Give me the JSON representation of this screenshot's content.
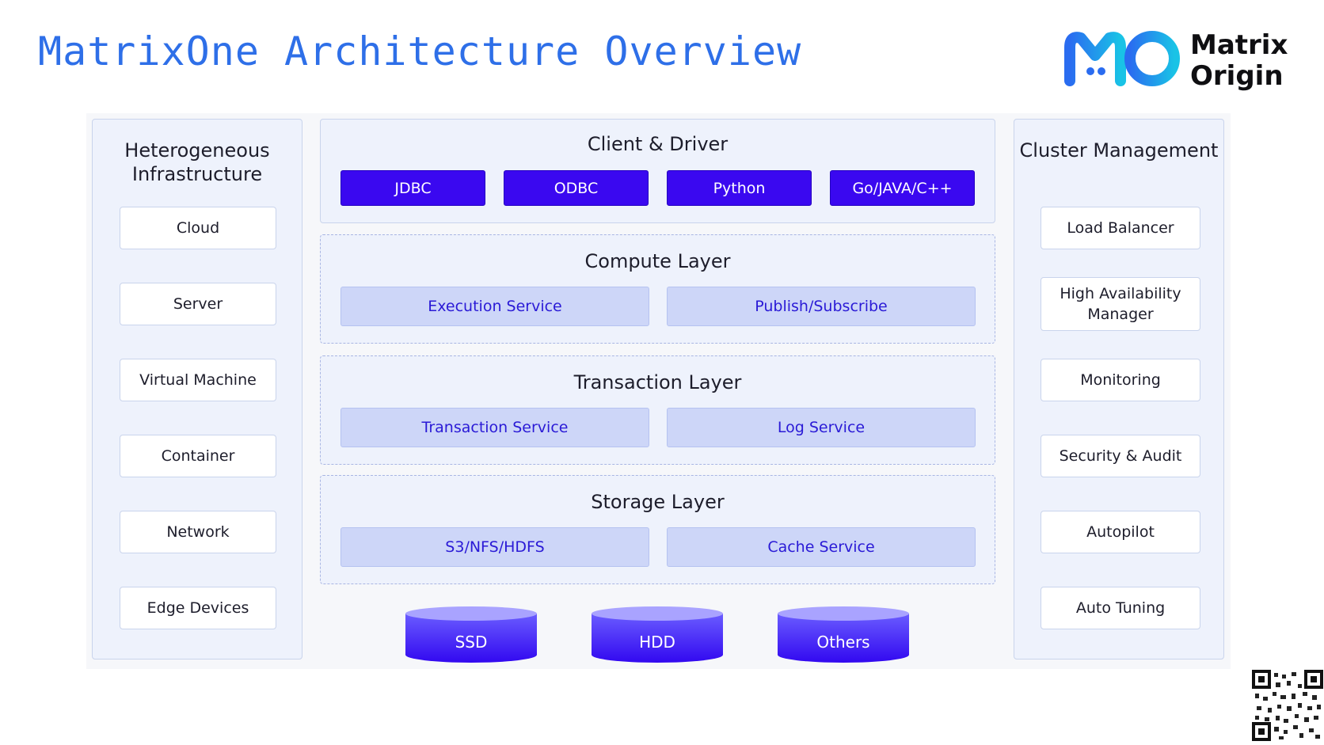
{
  "title": "MatrixOne Architecture Overview",
  "logo": {
    "line1": "Matrix",
    "line2": "Origin"
  },
  "left_panel": {
    "title": "Heterogeneous Infrastructure",
    "items": [
      "Cloud",
      "Server",
      "Virtual Machine",
      "Container",
      "Network",
      "Edge Devices"
    ]
  },
  "right_panel": {
    "title": "Cluster Management",
    "items": [
      "Load Balancer",
      "High Availability Manager",
      "Monitoring",
      "Security & Audit",
      "Autopilot",
      "Auto Tuning"
    ]
  },
  "client_driver": {
    "title": "Client & Driver",
    "drivers": [
      "JDBC",
      "ODBC",
      "Python",
      "Go/JAVA/C++"
    ]
  },
  "layers": [
    {
      "title": "Compute Layer",
      "services": [
        "Execution Service",
        "Publish/Subscribe"
      ]
    },
    {
      "title": "Transaction Layer",
      "services": [
        "Transaction Service",
        "Log Service"
      ]
    },
    {
      "title": "Storage Layer",
      "services": [
        "S3/NFS/HDFS",
        "Cache Service"
      ]
    }
  ],
  "storage_media": [
    "SSD",
    "HDD",
    "Others"
  ],
  "colors": {
    "title": "#2e6fe8",
    "driver_fill": "#3a08f0",
    "service_fill": "#cdd6f8",
    "service_text": "#2a1ad6",
    "panel_fill": "#eef2fc"
  }
}
